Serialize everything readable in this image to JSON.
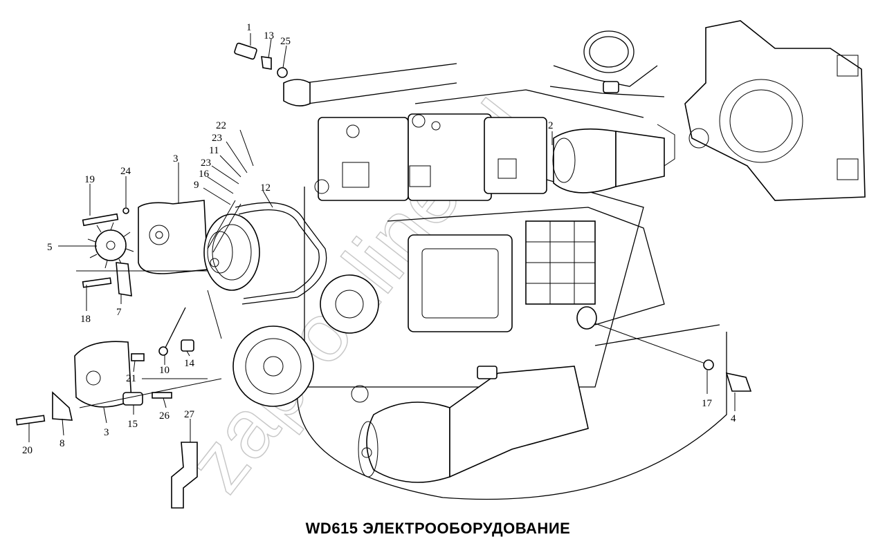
{
  "title": "WD615 ЭЛЕКТРООБОРУДОВАНИЕ",
  "watermark": "zap-online.ru",
  "callouts": {
    "c1": "1",
    "c13": "13",
    "c25": "25",
    "c22": "22",
    "c23a": "23",
    "c11": "11",
    "c23b": "23",
    "c16": "16",
    "c9": "9",
    "c12": "12",
    "c3a": "3",
    "c19": "19",
    "c24": "24",
    "c5": "5",
    "c18": "18",
    "c7": "7",
    "c2": "2",
    "c17": "17",
    "c4": "4",
    "c10": "10",
    "c14": "14",
    "c21": "21",
    "c15": "15",
    "c26": "26",
    "c3b": "3",
    "c8": "8",
    "c20": "20",
    "c27": "27"
  }
}
